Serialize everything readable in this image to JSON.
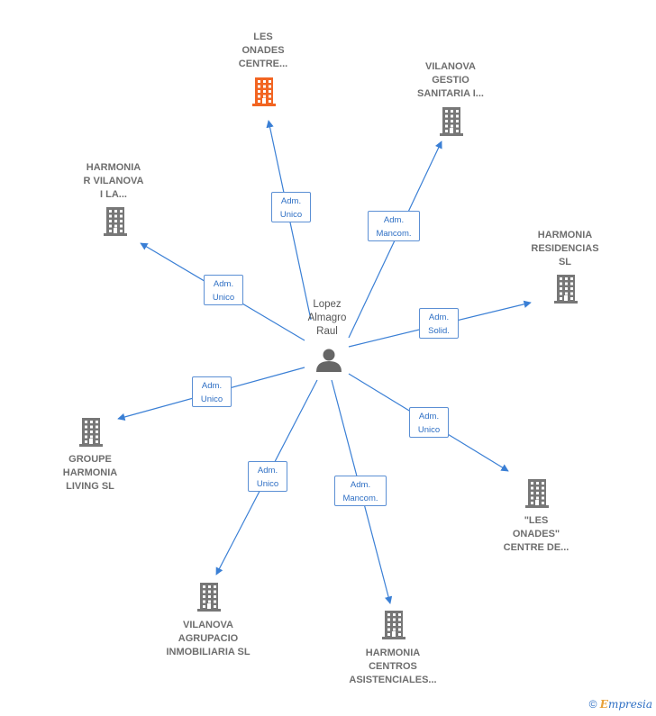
{
  "person": {
    "label": "Lopez\nAlmagro\nRaul"
  },
  "companies": [
    {
      "id": "les-onades-centre",
      "label": "LES\nONADES\nCENTRE...",
      "color": "#f26522"
    },
    {
      "id": "vilanova-gestio",
      "label": "VILANOVA\nGESTIO\nSANITARIA I...",
      "color": "#777777"
    },
    {
      "id": "harmonia-vilanova",
      "label": "HARMONIA\nR VILANOVA\nI LA...",
      "color": "#777777"
    },
    {
      "id": "harmonia-residencias",
      "label": "HARMONIA\nRESIDENCIAS\nSL",
      "color": "#777777"
    },
    {
      "id": "groupe-harmonia",
      "label": "GROUPE\nHARMONIA\nLIVING  SL",
      "color": "#777777"
    },
    {
      "id": "les-onades-centre-de",
      "label": "\"LES\nONADES\"\nCENTRE DE...",
      "color": "#777777"
    },
    {
      "id": "vilanova-agrupacio",
      "label": "VILANOVA\nAGRUPACIO\nINMOBILIARIA SL",
      "color": "#777777"
    },
    {
      "id": "harmonia-centros",
      "label": "HARMONIA\nCENTROS\nASISTENCIALES...",
      "color": "#777777"
    }
  ],
  "edges": [
    {
      "to": "les-onades-centre",
      "label": "Adm.\nUnico"
    },
    {
      "to": "vilanova-gestio",
      "label": "Adm.\nMancom."
    },
    {
      "to": "harmonia-vilanova",
      "label": "Adm.\nUnico"
    },
    {
      "to": "harmonia-residencias",
      "label": "Adm.\nSolid."
    },
    {
      "to": "groupe-harmonia",
      "label": "Adm.\nUnico"
    },
    {
      "to": "les-onades-centre-de",
      "label": "Adm.\nUnico"
    },
    {
      "to": "vilanova-agrupacio",
      "label": "Adm.\nUnico"
    },
    {
      "to": "harmonia-centros",
      "label": "Adm.\nMancom."
    }
  ],
  "colors": {
    "edge": "#3a7fd5",
    "building": "#777777",
    "highlight": "#f26522",
    "person": "#666666"
  },
  "footer": {
    "copyright": "©",
    "brand_first": "E",
    "brand_rest": "mpresia"
  }
}
